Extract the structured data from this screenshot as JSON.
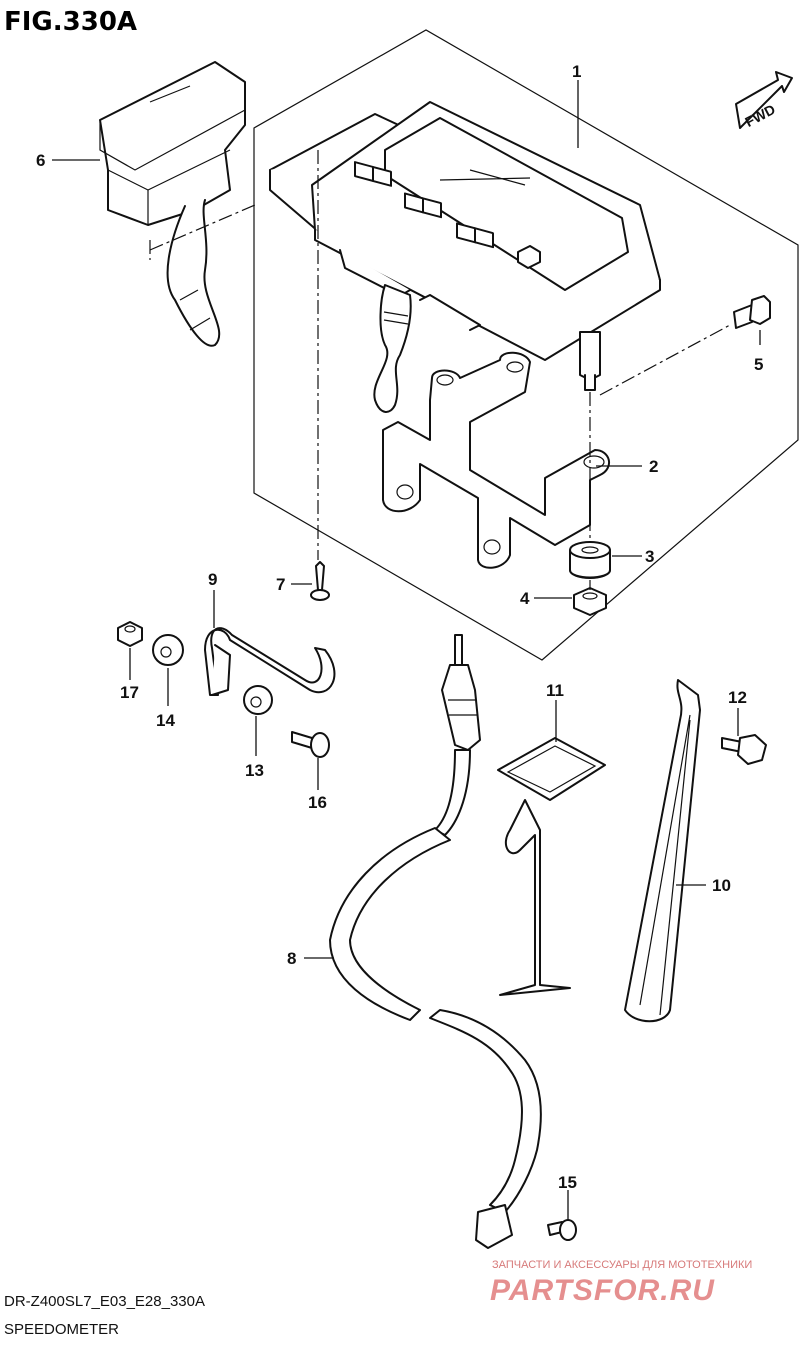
{
  "figure": {
    "title": "FIG.330A",
    "model_code": "DR-Z400SL7_E03_E28_330A",
    "section_name": "SPEEDOMETER",
    "fwd_label": "FWD"
  },
  "callouts": [
    {
      "id": "1",
      "text": "1",
      "part": "speedometer assembly"
    },
    {
      "id": "2",
      "text": "2",
      "part": "bracket"
    },
    {
      "id": "3",
      "text": "3",
      "part": "grommet"
    },
    {
      "id": "4",
      "text": "4",
      "part": "collar"
    },
    {
      "id": "5",
      "text": "5",
      "part": "bolt"
    },
    {
      "id": "6",
      "text": "6",
      "part": "socket cover"
    },
    {
      "id": "7",
      "text": "7",
      "part": "screw"
    },
    {
      "id": "8",
      "text": "8",
      "part": "speedometer cable"
    },
    {
      "id": "9",
      "text": "9",
      "part": "clamp"
    },
    {
      "id": "10",
      "text": "10",
      "part": "clamp"
    },
    {
      "id": "11",
      "text": "11",
      "part": "clamp"
    },
    {
      "id": "12",
      "text": "12",
      "part": "bolt"
    },
    {
      "id": "13",
      "text": "13",
      "part": "washer"
    },
    {
      "id": "14",
      "text": "14",
      "part": "washer"
    },
    {
      "id": "15",
      "text": "15",
      "part": "screw"
    },
    {
      "id": "16",
      "text": "16",
      "part": "screw"
    },
    {
      "id": "17",
      "text": "17",
      "part": "nut"
    }
  ],
  "watermark": {
    "line1": "ЗАПЧАСТИ И АКСЕССУАРЫ ДЛЯ МОТОТЕХНИКИ",
    "line2": "PARTSFOR.RU"
  }
}
